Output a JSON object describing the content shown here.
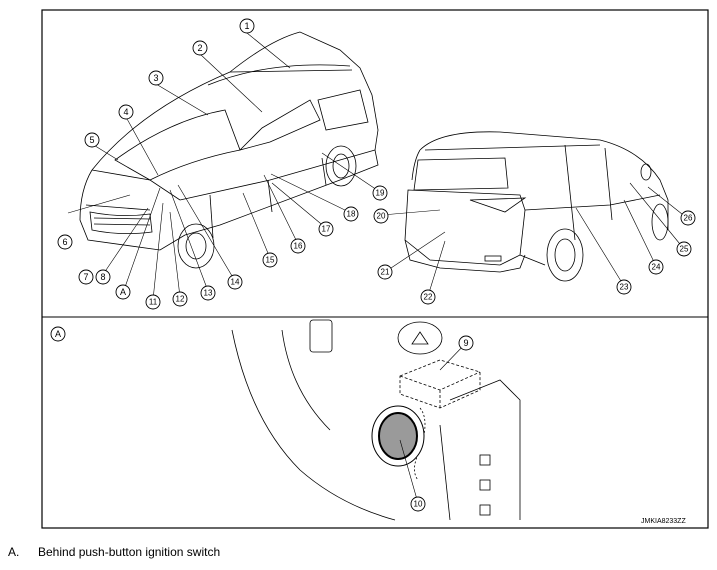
{
  "callouts": [
    "1",
    "2",
    "3",
    "4",
    "5",
    "6",
    "7",
    "8",
    "A",
    "11",
    "12",
    "13",
    "14",
    "15",
    "16",
    "17",
    "18",
    "19",
    "20",
    "21",
    "22",
    "23",
    "24",
    "25",
    "26"
  ],
  "inset": {
    "label": "A",
    "callouts": [
      "9",
      "10"
    ]
  },
  "reference_code": "JMKIA8233ZZ",
  "caption": {
    "letter": "A.",
    "text": "Behind push-button ignition switch"
  },
  "colors": {
    "line": "#000000",
    "switch_fill": "#9a9a9a",
    "background": "#ffffff"
  }
}
